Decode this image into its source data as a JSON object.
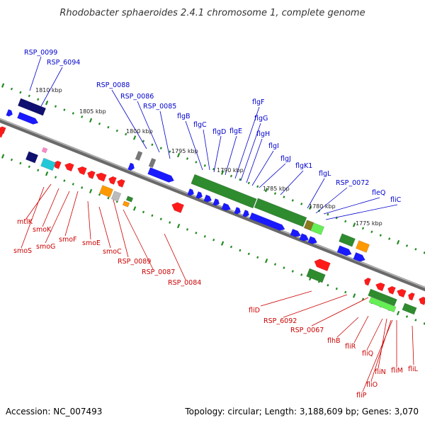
{
  "title": "Rhodobacter sphaeroides 2.4.1 chromosome 1, complete genome",
  "footer": {
    "accession": "Accession: NC_007493",
    "summary": "Topology: circular; Length: 3,188,609 bp; Genes: 3,070"
  },
  "colors": {
    "background": "#ffffff",
    "backbone": "#8a8a8a",
    "top_label": "#0000cc",
    "bottom_label": "#cc0000",
    "tick": "#228b22",
    "forward_cds": "#1a1aff",
    "reverse_cds": "#ff1a1a",
    "feature_green": "#2e8b2e",
    "feature_lightgreen": "#66ee55",
    "feature_navy": "#101070",
    "feature_cyan": "#22c8d8",
    "feature_orange": "#ff9900",
    "feature_gray": "#777777",
    "feature_pink": "#ff88cc"
  },
  "kbp_labels": [
    "1810 kbp",
    "1805 kbp",
    "1800 kbp",
    "1795 kbp",
    "1790 kbp",
    "1785 kbp",
    "1780 kbp",
    "1775 kbp"
  ],
  "top_labels": [
    "RSP_0099",
    "RSP_6094",
    "RSP_0088",
    "RSP_0086",
    "RSP_0085",
    "flgB",
    "flgC",
    "flgD",
    "flgE",
    "flgF",
    "flgG",
    "flgH",
    "flgI",
    "flgJ",
    "flgK1",
    "flgL",
    "RSP_0072",
    "fleQ",
    "fliC"
  ],
  "bottom_labels": [
    "mtlK",
    "smoS",
    "smoK",
    "smoG",
    "smoF",
    "smoE",
    "smoC",
    "RSP_0089",
    "RSP_0087",
    "RSP_0084",
    "fliD",
    "RSP_6092",
    "RSP_0067",
    "flhB",
    "fliR",
    "fliQ",
    "fliN",
    "fliM",
    "fliL",
    "fliO",
    "fliP"
  ]
}
